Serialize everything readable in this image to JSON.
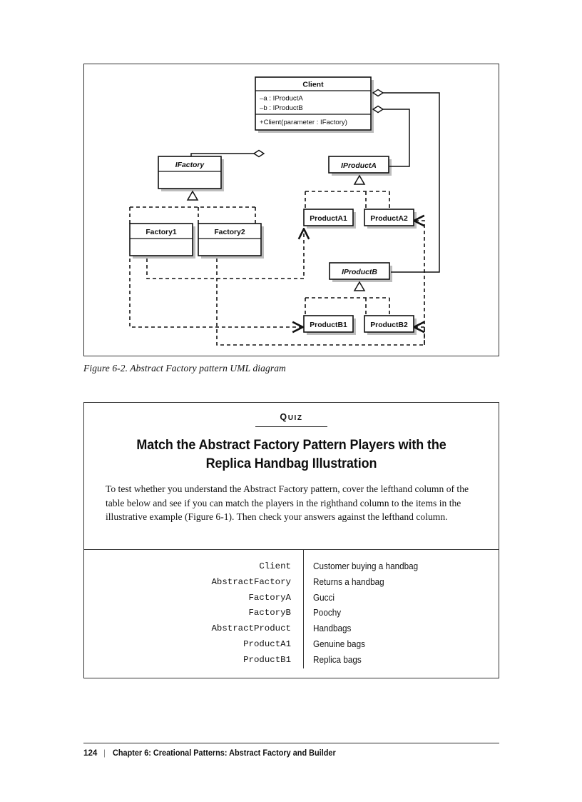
{
  "figure": {
    "caption": "Figure 6-2. Abstract Factory pattern UML diagram",
    "classes": {
      "client": {
        "name": "Client",
        "attr1": "–a : IProductA",
        "attr2": "–b : IProductB",
        "op1": "+Client(parameter : IFactory)"
      },
      "ifactory": {
        "name": "IFactory"
      },
      "iproducta": {
        "name": "IProductA"
      },
      "iproductb": {
        "name": "IProductB"
      },
      "factory1": {
        "name": "Factory1"
      },
      "factory2": {
        "name": "Factory2"
      },
      "producta1": {
        "name": "ProductA1"
      },
      "producta2": {
        "name": "ProductA2"
      },
      "productb1": {
        "name": "ProductB1"
      },
      "productb2": {
        "name": "ProductB2"
      }
    }
  },
  "quiz": {
    "label_first": "Q",
    "label_rest": "UIZ",
    "title": "Match the Abstract Factory Pattern Players with the Replica Handbag Illustration",
    "paragraph": "To test whether you understand the Abstract Factory pattern, cover the lefthand column of the table below and see if you can match the players in the righthand column to the items in the illustrative example (Figure 6-1). Then check your answers against the lefthand column.",
    "rows": [
      {
        "player": "Client",
        "example": "Customer buying a handbag"
      },
      {
        "player": "AbstractFactory",
        "example": "Returns a handbag"
      },
      {
        "player": "FactoryA",
        "example": "Gucci"
      },
      {
        "player": "FactoryB",
        "example": "Poochy"
      },
      {
        "player": "AbstractProduct",
        "example": "Handbags"
      },
      {
        "player": "ProductA1",
        "example": "Genuine bags"
      },
      {
        "player": "ProductB1",
        "example": "Replica bags"
      }
    ]
  },
  "footer": {
    "page_number": "124",
    "separator": "|",
    "chapter": "Chapter 6:  Creational Patterns: Abstract Factory and Builder"
  },
  "colors": {
    "ink": "#1a1a1a",
    "rule": "#333333",
    "shadow": "#b8b8b8"
  }
}
